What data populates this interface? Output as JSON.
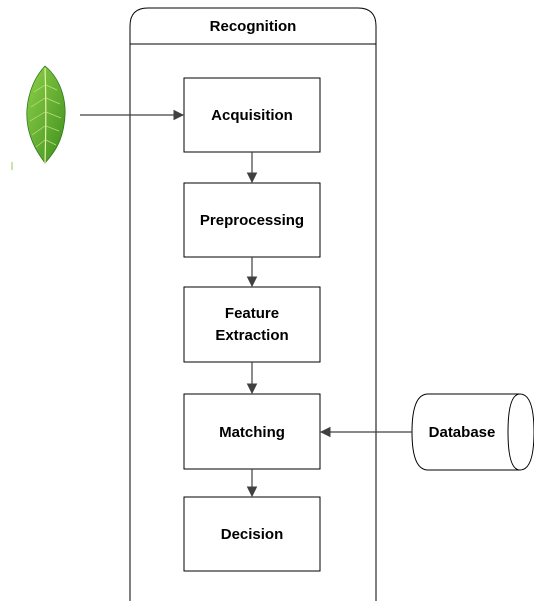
{
  "diagram": {
    "container_title": "Recognition",
    "steps": [
      {
        "id": "acquisition",
        "lines": [
          "Acquisition"
        ]
      },
      {
        "id": "preprocessing",
        "lines": [
          "Preprocessing"
        ]
      },
      {
        "id": "feature-extraction",
        "lines": [
          "Feature",
          "Extraction"
        ]
      },
      {
        "id": "matching",
        "lines": [
          "Matching"
        ]
      },
      {
        "id": "decision",
        "lines": [
          "Decision"
        ]
      }
    ],
    "database_label": "Database",
    "input_icon": "leaf-icon",
    "colors": {
      "stroke": "#000000",
      "arrow": "#404040",
      "leaf_light": "#8fd14a",
      "leaf_dark": "#3e8f1e",
      "leaf_vein": "#e6f2a8"
    }
  }
}
